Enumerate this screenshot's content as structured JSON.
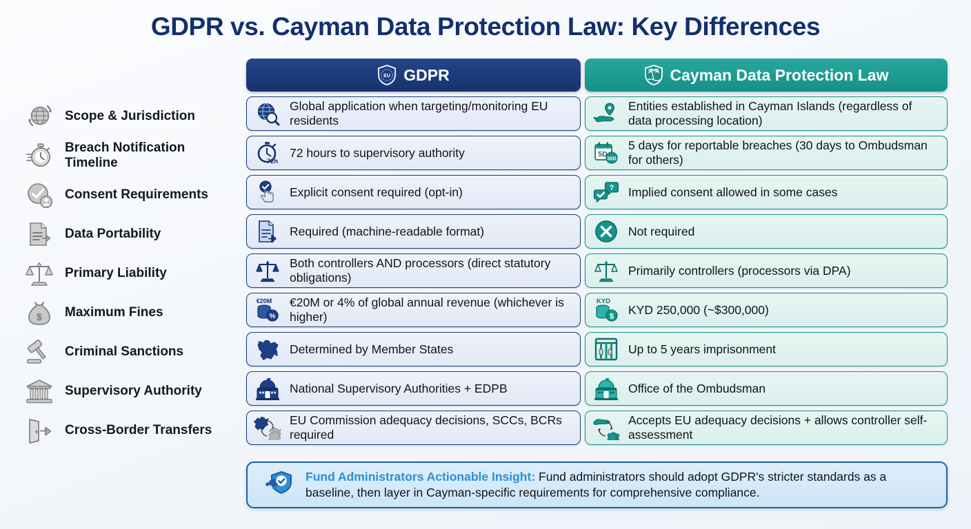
{
  "title": "GDPR vs. Cayman Data Protection Law: Key Differences",
  "colors": {
    "gdpr_accent": "#17336d",
    "cayman_accent": "#159087",
    "insight_accent": "#2e8fd4",
    "background": "#f4f7fb",
    "label_icon": "#9a9a9a"
  },
  "headers": {
    "criteria": "",
    "gdpr": {
      "label": "GDPR",
      "icon": "eu-shield-icon"
    },
    "cayman": {
      "label": "Cayman Data Protection Law",
      "icon": "cayman-shield-icon"
    }
  },
  "rows": [
    {
      "label": "Scope & Jurisdiction",
      "label_icon": "globe-arrows-icon",
      "gdpr": "Global application when targeting/monitoring EU residents",
      "gdpr_icon": "globe-search-icon",
      "cayman": "Entities established in Cayman Islands (regardless of data processing location)",
      "cayman_icon": "island-pin-icon"
    },
    {
      "label": "Breach Notification Timeline",
      "label_icon": "stopwatch-icon",
      "gdpr": "72 hours to supervisory authority",
      "gdpr_icon": "stopwatch-72h-icon",
      "cayman": "5 days for reportable breaches (30 days to Ombudsman for others)",
      "cayman_icon": "calendar-5d-30d-icon"
    },
    {
      "label": "Consent Requirements",
      "label_icon": "check-user-icon",
      "gdpr": "Explicit consent required (opt-in)",
      "gdpr_icon": "click-check-icon",
      "cayman": "Implied consent allowed in some cases",
      "cayman_icon": "chat-check-question-icon"
    },
    {
      "label": "Data Portability",
      "label_icon": "document-share-icon",
      "gdpr": "Required (machine-readable format)",
      "gdpr_icon": "document-arrow-icon",
      "cayman": "Not required",
      "cayman_icon": "circle-x-icon"
    },
    {
      "label": "Primary Liability",
      "label_icon": "scales-icon",
      "gdpr": "Both controllers AND processors (direct statutory obligations)",
      "gdpr_icon": "scales-icon",
      "cayman": "Primarily controllers (processors via DPA)",
      "cayman_icon": "scales-icon"
    },
    {
      "label": "Maximum Fines",
      "label_icon": "money-bag-icon",
      "gdpr": "€20M or 4% of global annual revenue (whichever is higher)",
      "gdpr_icon": "coins-eur20m-icon",
      "cayman": "KYD 250,000 (~$300,000)",
      "cayman_icon": "coins-kyd-icon"
    },
    {
      "label": "Criminal Sanctions",
      "label_icon": "gavel-icon",
      "gdpr": "Determined by Member States",
      "gdpr_icon": "eu-map-icon",
      "cayman": "Up to 5 years imprisonment",
      "cayman_icon": "prison-bars-icon"
    },
    {
      "label": "Supervisory Authority",
      "label_icon": "bank-columns-icon",
      "gdpr": "National Supervisory Authorities + EDPB",
      "gdpr_icon": "government-building-icon",
      "cayman": "Office of the Ombudsman",
      "cayman_icon": "government-building-icon"
    },
    {
      "label": "Cross-Border Transfers",
      "label_icon": "door-arrow-icon",
      "gdpr": "EU Commission adequacy decisions, SCCs, BCRs required",
      "gdpr_icon": "eu-transfer-arrows-icon",
      "cayman": "Accepts EU adequacy decisions + allows controller self-assessment",
      "cayman_icon": "island-eu-transfer-icon"
    }
  ],
  "insight": {
    "icon": "gear-shield-check-icon",
    "lead": "Fund Administrators Actionable Insight:",
    "body": " Fund administrators should adopt GDPR's stricter standards as a baseline, then layer in Cayman-specific requirements for comprehensive compliance."
  }
}
